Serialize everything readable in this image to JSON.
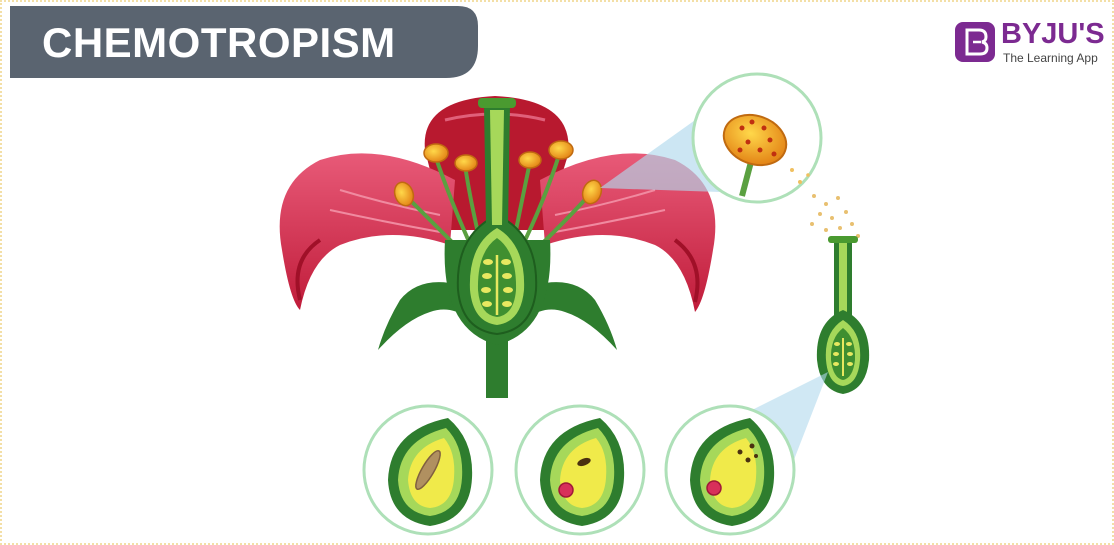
{
  "title": "CHEMOTROPISM",
  "logo": {
    "brand": "BYJU'S",
    "tagline": "The Learning App"
  },
  "colors": {
    "banner": "#5a6470",
    "petal": "#c8213c",
    "petal_light": "#e8607a",
    "green_dark": "#2e7d2e",
    "green_light": "#a6d85a",
    "yellow": "#f0ea4a",
    "anther": "#f0a020",
    "pollen_tube": "#b0d8ec",
    "brand": "#7c2a91"
  },
  "icons": [
    "byjus-logo-icon"
  ]
}
